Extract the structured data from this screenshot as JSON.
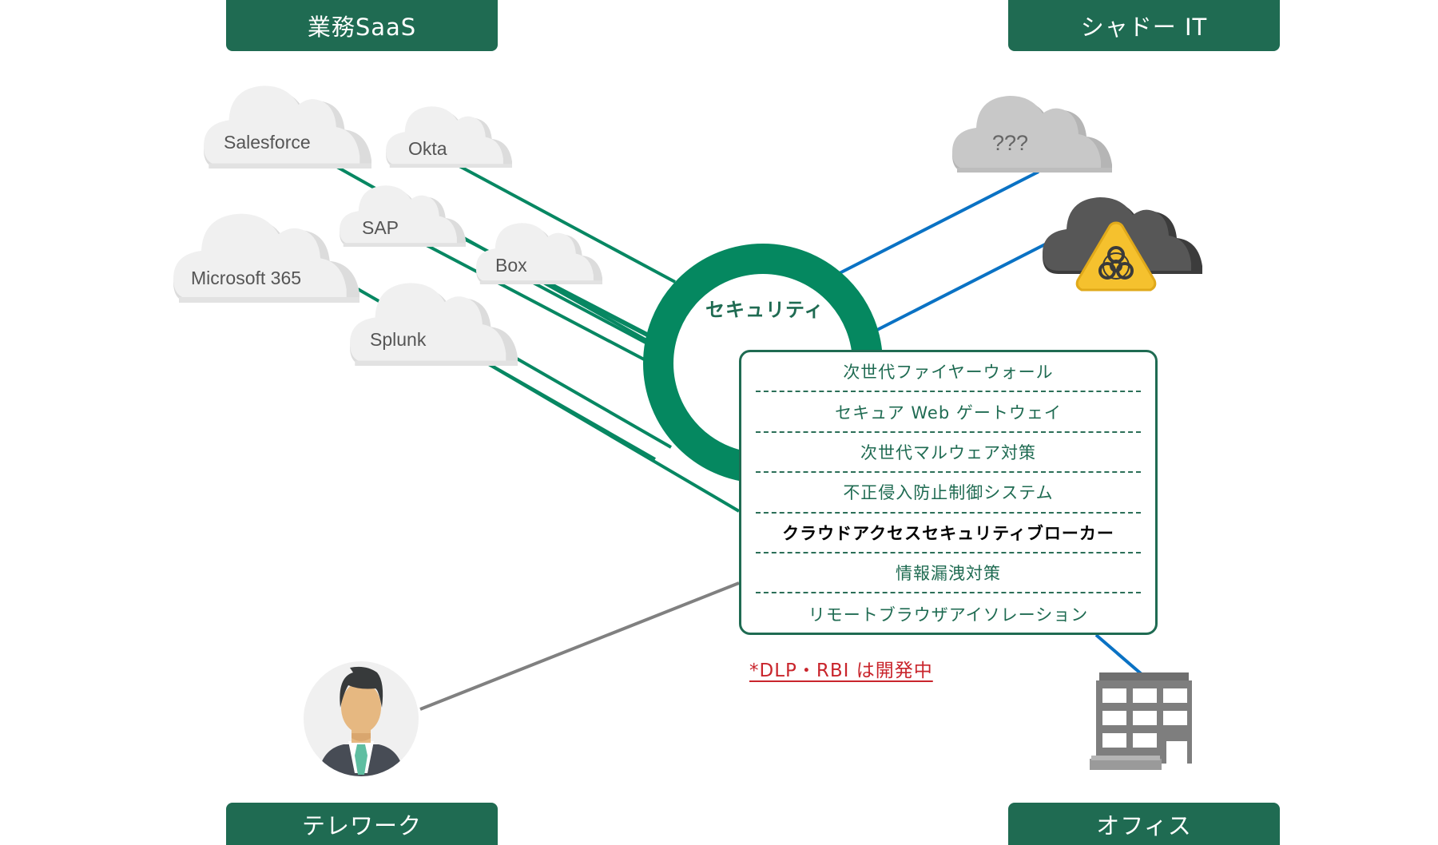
{
  "headers": {
    "business_saas": "業務SaaS",
    "shadow_it": "シャドー IT",
    "telework": "テレワーク",
    "office": "オフィス"
  },
  "clouds": {
    "salesforce": "Salesforce",
    "okta": "Okta",
    "sap": "SAP",
    "box": "Box",
    "microsoft365": "Microsoft 365",
    "splunk": "Splunk",
    "unknown": "???"
  },
  "security": {
    "label": "セキュリティ",
    "services": [
      {
        "label": "次世代ファイヤーウォール",
        "highlighted": false
      },
      {
        "label": "セキュア Web ゲートウェイ",
        "highlighted": false
      },
      {
        "label": "次世代マルウェア対策",
        "highlighted": false
      },
      {
        "label": "不正侵入防止制御システム",
        "highlighted": false
      },
      {
        "label": "クラウドアクセスセキュリティブローカー",
        "highlighted": true
      },
      {
        "label": "情報漏洩対策",
        "highlighted": false
      },
      {
        "label": "リモートブラウザアイソレーション",
        "highlighted": false
      }
    ]
  },
  "note": "*DLP・RBI は開発中",
  "icons": {
    "hazard": "biohazard-icon",
    "person": "person-avatar-icon",
    "building": "office-building-icon"
  },
  "colors": {
    "brand_green": "#1f6b52",
    "ring_green": "#058860",
    "saas_line": "#078762",
    "shadow_line": "#0a72c4",
    "telework_line": "#808080",
    "note_red": "#c9252c",
    "hazard_yellow": "#f5c12e"
  }
}
